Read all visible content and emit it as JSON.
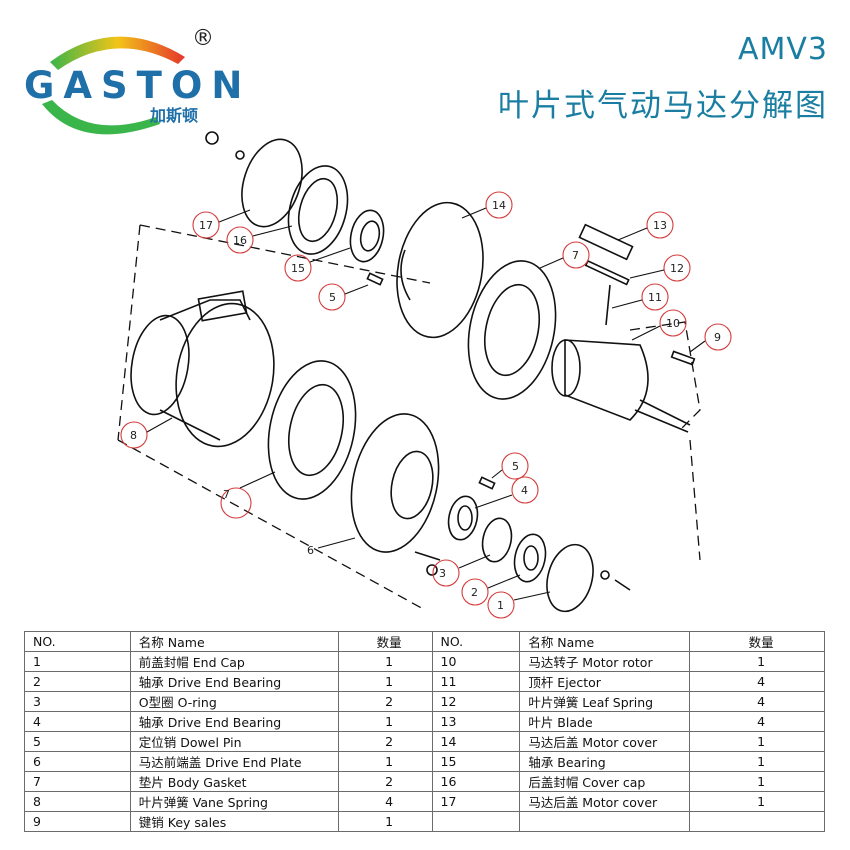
{
  "brand": {
    "name": "GASTON",
    "name_cn": "加斯顿",
    "registered": "®"
  },
  "title": {
    "model": "AMV3",
    "subtitle": "叶片式气动马达分解图"
  },
  "callouts": [
    "17",
    "16",
    "15",
    "5",
    "14",
    "13",
    "7",
    "12",
    "11",
    "10",
    "9",
    "8",
    "7",
    "6",
    "5",
    "4",
    "3",
    "2",
    "1"
  ],
  "table": {
    "headers": [
      "NO.",
      "名称 Name",
      "数量",
      "NO.",
      "名称 Name",
      "数量"
    ],
    "rows": [
      [
        "1",
        "前盖封帽 End Cap",
        "1",
        "10",
        "马达转子  Motor rotor",
        "1"
      ],
      [
        "2",
        "轴承 Drive End Bearing",
        "1",
        "11",
        "顶杆  Ejector",
        "4"
      ],
      [
        "3",
        "O型圈 O-ring",
        "2",
        "12",
        "叶片弹簧  Leaf Spring",
        "4"
      ],
      [
        "4",
        "轴承 Drive End Bearing",
        "1",
        "13",
        "叶片  Blade",
        "4"
      ],
      [
        "5",
        "定位销 Dowel Pin",
        "2",
        "14",
        "马达后盖  Motor cover",
        "1"
      ],
      [
        "6",
        "马达前端盖 Drive End Plate",
        "1",
        "15",
        "轴承  Bearing",
        "1"
      ],
      [
        "7",
        "垫片 Body Gasket",
        "2",
        "16",
        "后盖封帽  Cover cap",
        "1"
      ],
      [
        "8",
        "叶片弹簧 Vane Spring",
        "4",
        "17",
        "马达后盖  Motor cover",
        "1"
      ],
      [
        "9",
        "键销 Key sales",
        "1",
        "",
        "",
        ""
      ]
    ]
  },
  "colors": {
    "accent": "#1a7ea2",
    "callout_circle": "#d43c3c",
    "logo_blue": "#1f6fa8"
  }
}
